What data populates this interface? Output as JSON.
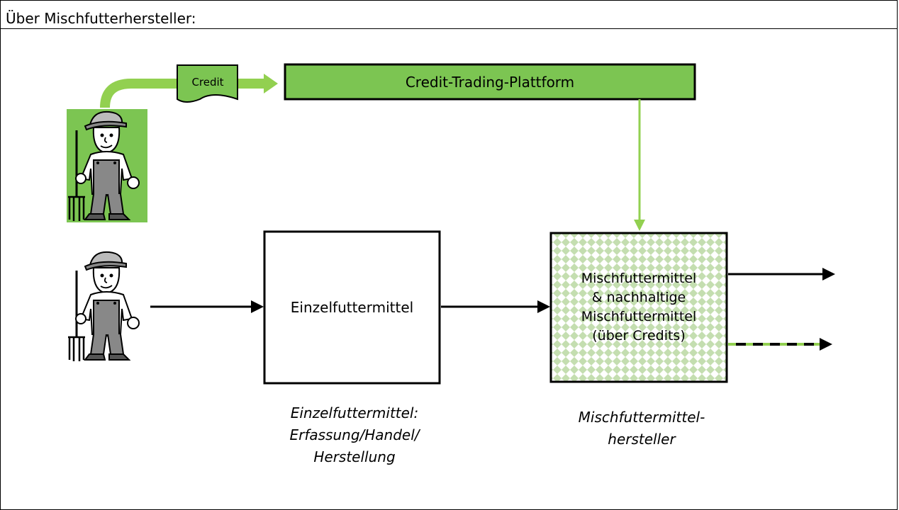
{
  "heading": "Über Mischfutterhersteller:",
  "credit": {
    "label": "Credit"
  },
  "platform": {
    "label": "Credit-Trading-Plattform"
  },
  "einzel_box": {
    "label": "Einzelfuttermittel"
  },
  "misch_box": {
    "lines": [
      "Mischfuttermittel",
      "& nachhaltige",
      "Mischfuttermittel",
      "(über Credits)"
    ]
  },
  "captions": {
    "einzel": [
      "Einzelfuttermittel:",
      "Erfassung/Handel/",
      "Herstellung"
    ],
    "misch": [
      "Mischfuttermittel-",
      "hersteller"
    ]
  },
  "colors": {
    "green": "#7CC552",
    "light_green": "#92D050",
    "pattern_green": "#C4DEB0",
    "black": "#000000"
  },
  "icons": [
    "farmer-icon",
    "pitchfork-icon"
  ]
}
